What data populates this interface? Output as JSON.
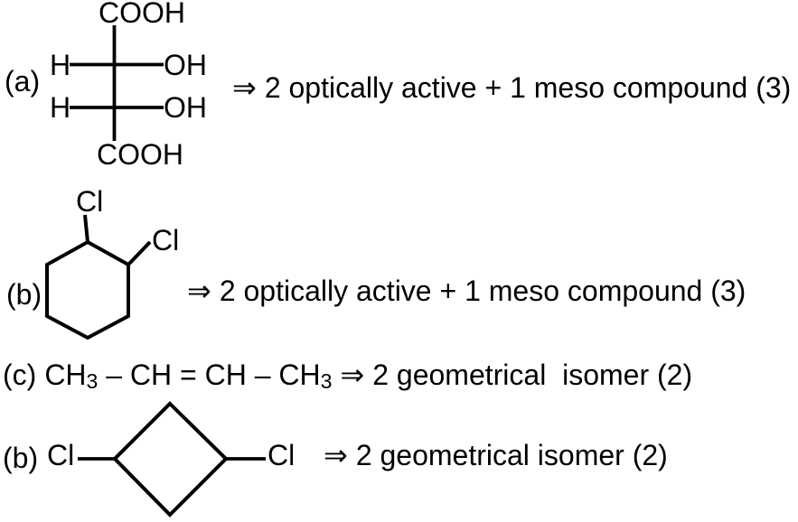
{
  "colors": {
    "ink": "#000000",
    "background": "#ffffff"
  },
  "rows": {
    "a": {
      "label": "(a)",
      "arrow": "⇒",
      "result": "2 optically active + 1 meso compound (3)",
      "structure": {
        "type": "fischer-projection",
        "top_group": "COOH",
        "row1_left": "H",
        "row1_right": "OH",
        "row2_left": "H",
        "row2_right": "OH",
        "bottom_group": "COOH"
      }
    },
    "b": {
      "label": "(b)",
      "arrow": "⇒",
      "result": "2 optically active + 1 meso compound (3)",
      "structure": {
        "type": "cyclohexane-ring",
        "substituent_top": "Cl",
        "substituent_right": "Cl"
      }
    },
    "c": {
      "label": "(c)",
      "arrow": "⇒",
      "result": "2 geometrical  isomer (2)",
      "formula": {
        "part1": "CH",
        "sub1": "3",
        "part2": " – CH = CH – CH",
        "sub2": "3"
      }
    },
    "d": {
      "label": "(b)",
      "arrow": "⇒",
      "result": "2 geometrical isomer (2)",
      "structure": {
        "type": "cyclobutane-ring",
        "substituent_left": "Cl",
        "substituent_right": "Cl"
      }
    }
  }
}
